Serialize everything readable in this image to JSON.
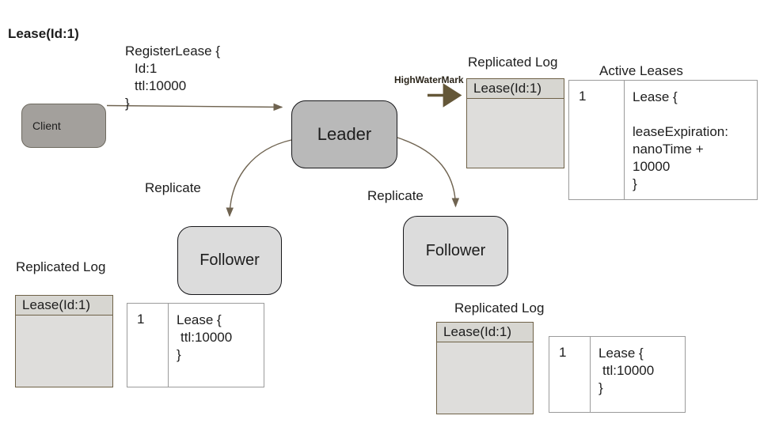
{
  "labels": {
    "lease_id": "Lease(Id:1)",
    "replicate_left": "Replicate",
    "replicate_right": "Replicate",
    "high_water_mark": "HighWaterMark"
  },
  "nodes": {
    "client": "Client",
    "leader": "Leader",
    "follower_left": "Follower",
    "follower_right": "Follower"
  },
  "messages": {
    "register_lease": [
      "RegisterLease {",
      "Id:1",
      "ttl:10000",
      "}"
    ]
  },
  "logs": {
    "leader": {
      "title": "Replicated Log",
      "entry": "Lease(Id:1)"
    },
    "follower_left": {
      "title": "Replicated Log",
      "entry": "Lease(Id:1)"
    },
    "follower_right": {
      "title": "Replicated Log",
      "entry": "Lease(Id:1)"
    }
  },
  "active_leases": {
    "title": "Active Leases",
    "key": "1",
    "value_lines": [
      "Lease {",
      "",
      "leaseExpiration:",
      "nanoTime +",
      "10000",
      "}"
    ]
  },
  "lease_tables": {
    "follower_left": {
      "key": "1",
      "value_lines": [
        "Lease {",
        "ttl:10000",
        "}"
      ]
    },
    "follower_right": {
      "key": "1",
      "value_lines": [
        "Lease {",
        "ttl:10000",
        "}"
      ]
    }
  },
  "colors": {
    "arrow": "#6f6350",
    "highwatermark_arrow": "#645738",
    "log_border": "#6f6248",
    "log_fill": "#dedddb",
    "log_header_fill": "#d7d6d1",
    "leader_fill": "#b9b9b9",
    "follower_fill": "#dcdcdc",
    "client_fill": "#a3a09c",
    "table_border": "#9b9b9b"
  }
}
